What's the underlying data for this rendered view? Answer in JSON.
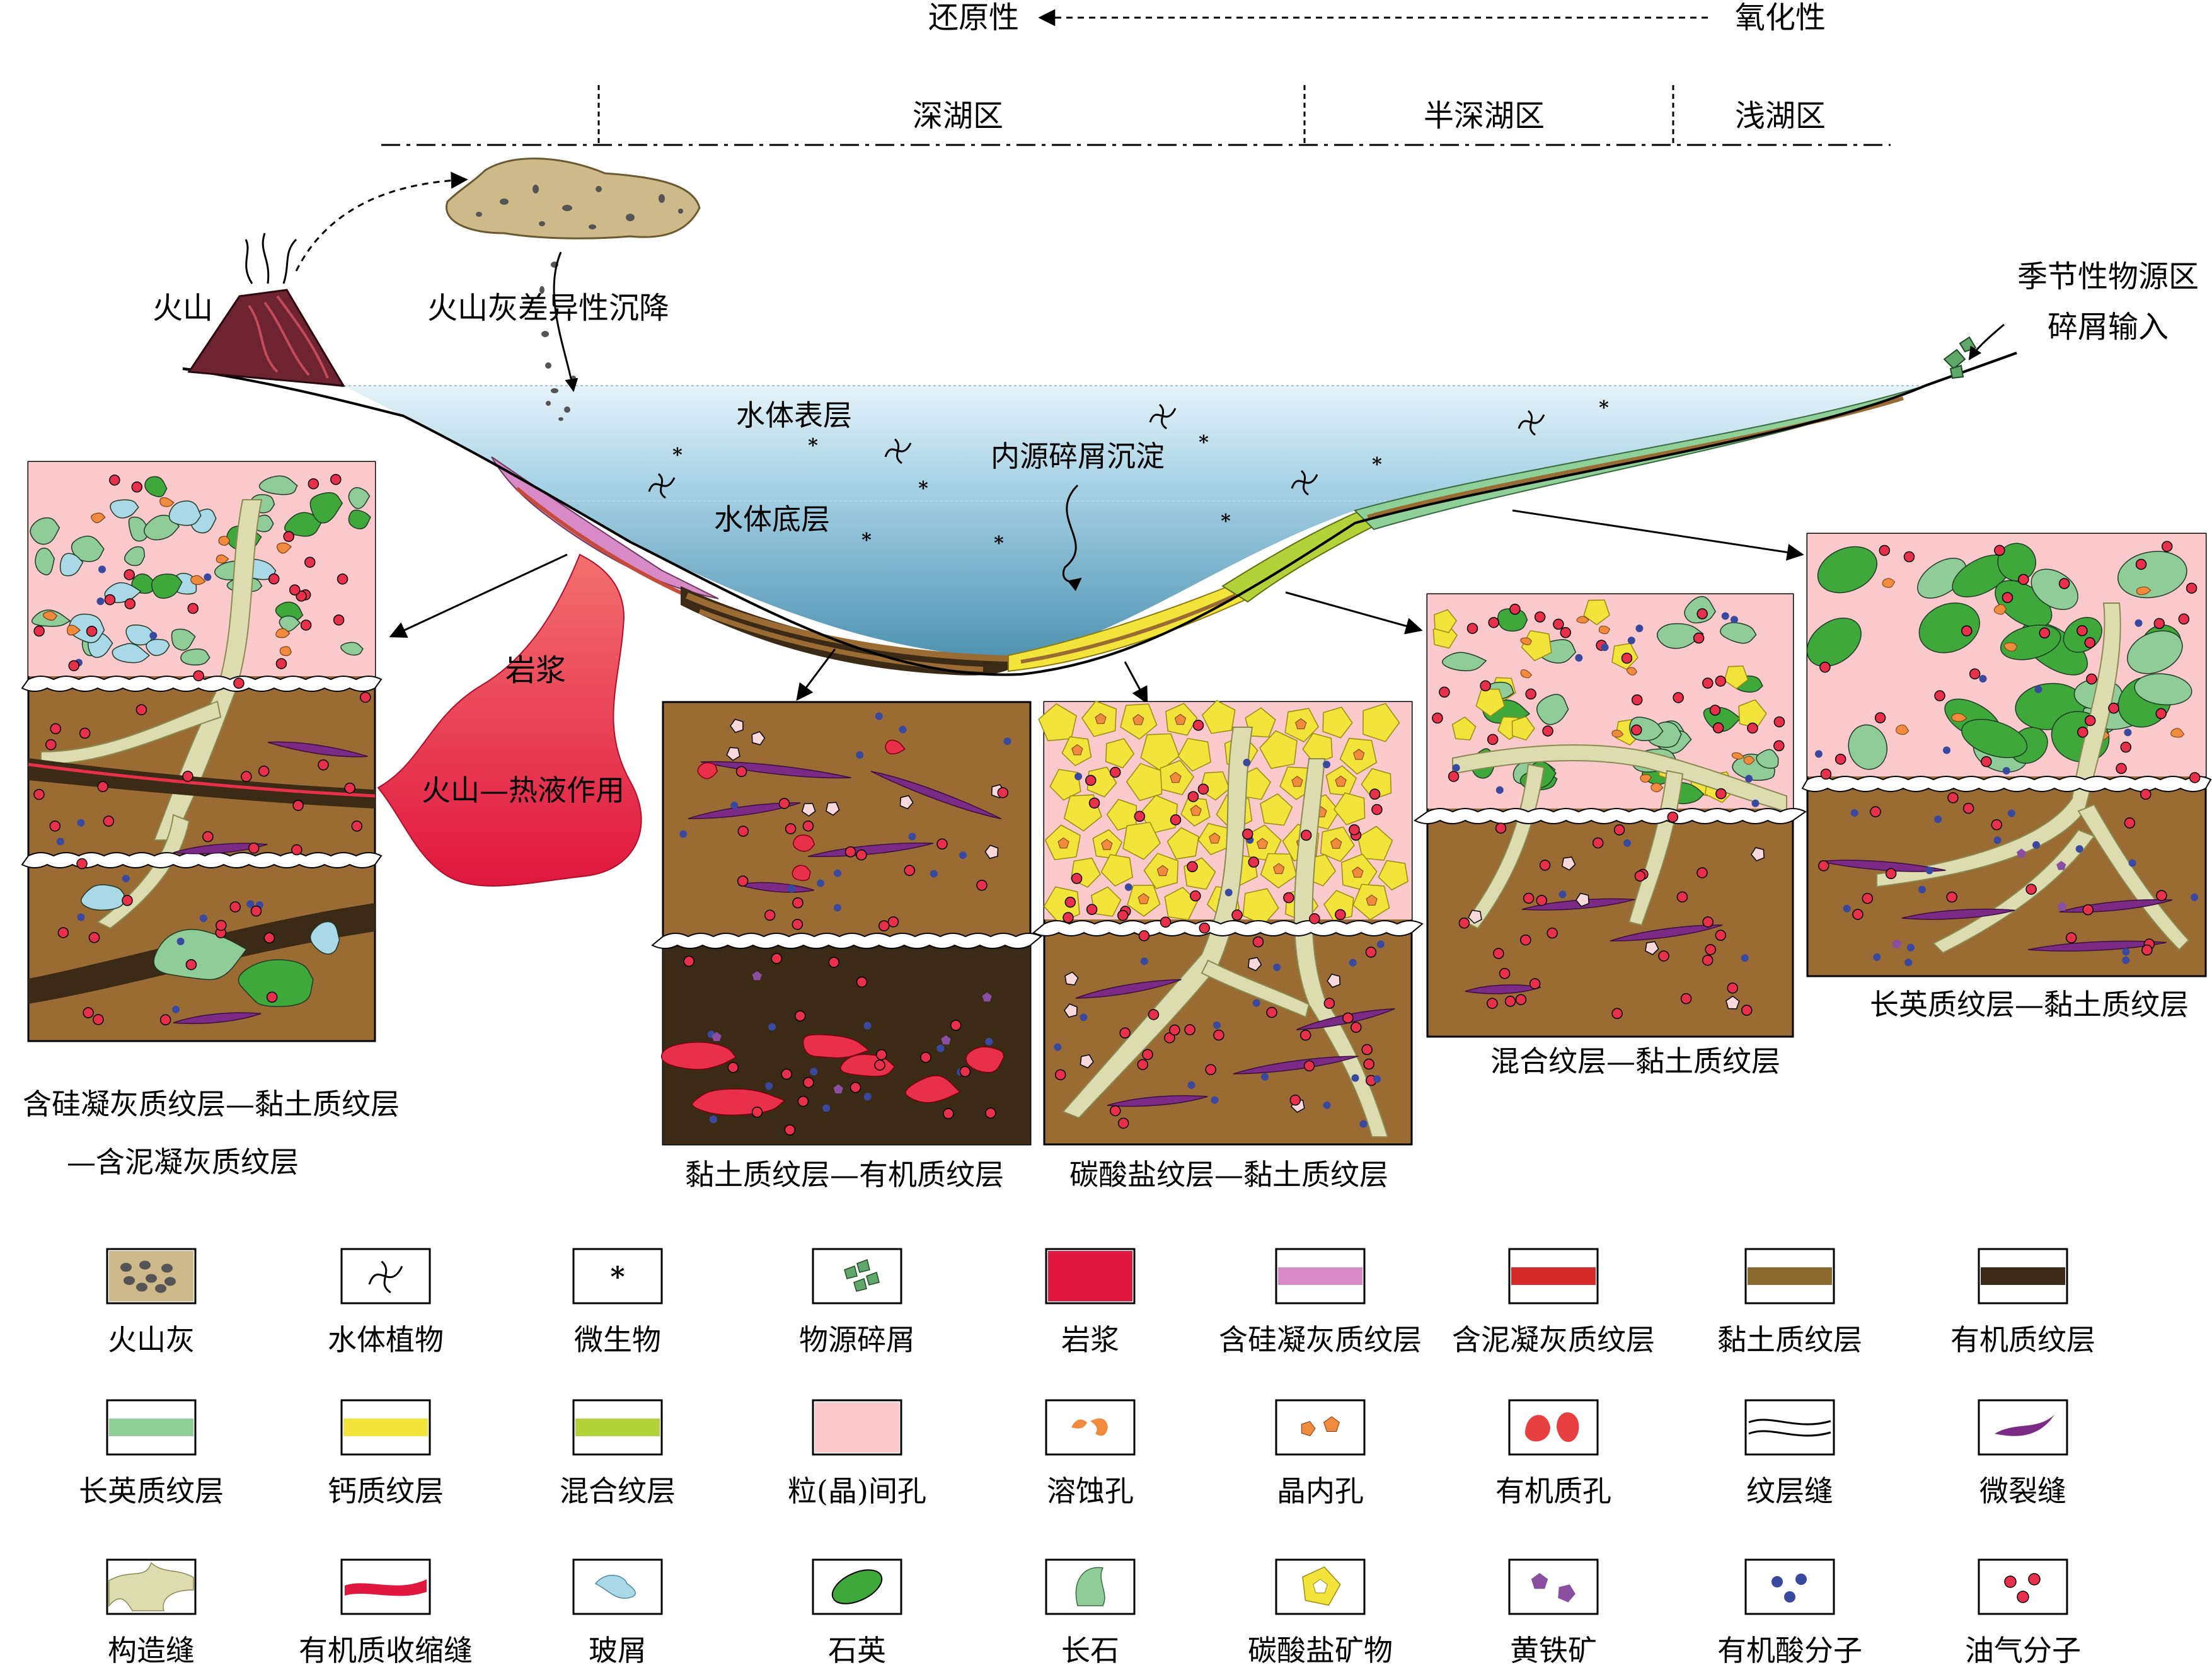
{
  "gradient": {
    "reducing": "还原性",
    "oxidizing": "氧化性"
  },
  "zones": {
    "deep": "深湖区",
    "semi_deep": "半深湖区",
    "shallow": "浅湖区"
  },
  "labels": {
    "volcano": "火山",
    "ash_settling": "火山灰差异性沉降",
    "seasonal_source_1": "季节性物源区",
    "seasonal_source_2": "碎屑输入",
    "surface_water": "水体表层",
    "bottom_water": "水体底层",
    "endogenic": "内源碎屑沉淀",
    "magma": "岩浆",
    "hydrothermal": "火山—热液作用"
  },
  "panels": {
    "p1_line1": "含硅凝灰质纹层—黏土质纹层",
    "p1_line2": "—含泥凝灰质纹层",
    "p2": "黏土质纹层—有机质纹层",
    "p3": "碳酸盐纹层—黏土质纹层",
    "p4": "混合纹层—黏土质纹层",
    "p5": "长英质纹层—黏土质纹层"
  },
  "legend": [
    {
      "icon": "volcanic-ash",
      "label": "火山灰"
    },
    {
      "icon": "aquatic-plant",
      "label": "水体植物"
    },
    {
      "icon": "microbe",
      "label": "微生物"
    },
    {
      "icon": "source-debris",
      "label": "物源碎屑"
    },
    {
      "icon": "magma",
      "label": "岩浆"
    },
    {
      "icon": "siliceous-tuff-layer",
      "label": "含硅凝灰质纹层"
    },
    {
      "icon": "muddy-tuff-layer",
      "label": "含泥凝灰质纹层"
    },
    {
      "icon": "clay-layer",
      "label": "黏土质纹层"
    },
    {
      "icon": "organic-layer",
      "label": "有机质纹层"
    },
    {
      "icon": "felsic-layer",
      "label": "长英质纹层"
    },
    {
      "icon": "calcareous-layer",
      "label": "钙质纹层"
    },
    {
      "icon": "mixed-layer",
      "label": "混合纹层"
    },
    {
      "icon": "intergranular-pore",
      "label": "粒(晶)间孔"
    },
    {
      "icon": "dissolution-pore",
      "label": "溶蚀孔"
    },
    {
      "icon": "intracrystalline-pore",
      "label": "晶内孔"
    },
    {
      "icon": "organic-pore",
      "label": "有机质孔"
    },
    {
      "icon": "lamina-fracture",
      "label": "纹层缝"
    },
    {
      "icon": "microfracture",
      "label": "微裂缝"
    },
    {
      "icon": "structural-fracture",
      "label": "构造缝"
    },
    {
      "icon": "shrinkage-fracture",
      "label": "有机质收缩缝"
    },
    {
      "icon": "glass-shard",
      "label": "玻屑"
    },
    {
      "icon": "quartz",
      "label": "石英"
    },
    {
      "icon": "feldspar",
      "label": "长石"
    },
    {
      "icon": "carbonate-mineral",
      "label": "碳酸盐矿物"
    },
    {
      "icon": "pyrite",
      "label": "黄铁矿"
    },
    {
      "icon": "organic-acid",
      "label": "有机酸分子"
    },
    {
      "icon": "hydrocarbon",
      "label": "油气分子"
    }
  ],
  "colors": {
    "clay": "#9a6b32",
    "organic": "#3b2a16",
    "pink_pore": "#f9c9cc",
    "magma": "#e8304a",
    "felsic": "#8fcf98",
    "calcareous": "#f2e43a",
    "mixed": "#b3d23a",
    "siliceous": "#d88ac6",
    "microfracture": "#7b2a86",
    "fracture_fill": "#dcdcb0",
    "quartz": "#3fa83a",
    "feldspar": "#8fcc98",
    "water_top": "#dbeef7",
    "water_bottom": "#5b9fbd"
  }
}
